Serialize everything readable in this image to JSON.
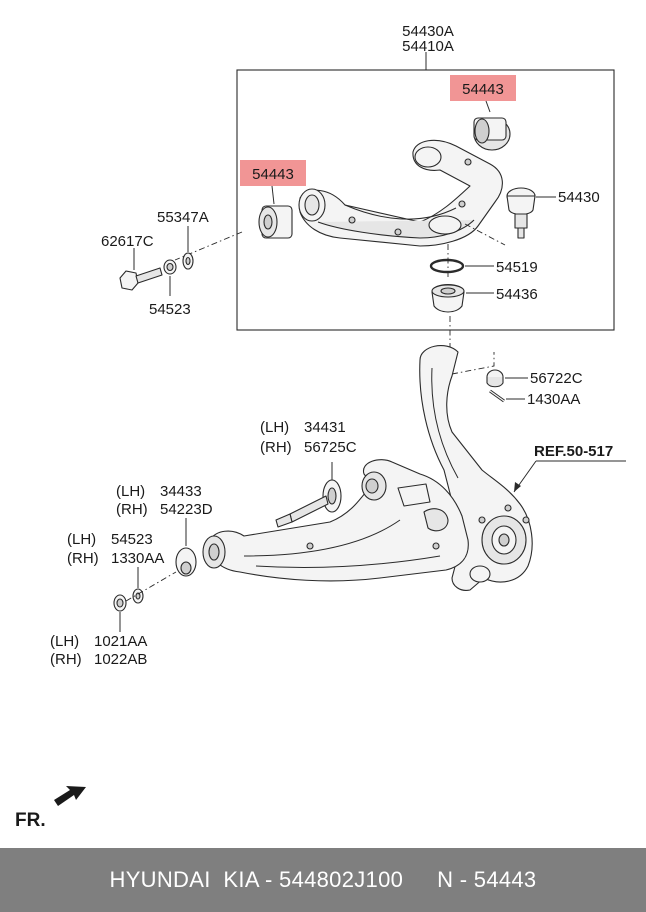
{
  "callouts": {
    "assembly_a": "54430A",
    "assembly_b": "54410A",
    "bushing_top": "54443",
    "bushing_left": "54443",
    "ball_joint": "54430",
    "washer_a": "55347A",
    "bolt": "62617C",
    "nut_upper": "54523",
    "snap_ring": "54519",
    "dust_cover": "54436",
    "castle_nut": "56722C",
    "cotter_pin": "1430AA",
    "ref": "REF.50-517",
    "bolt_lower_lh_tag": "(LH)",
    "bolt_lower_lh": "34431",
    "bolt_lower_rh_tag": "(RH)",
    "bolt_lower_rh": "56725C",
    "cam_lh_tag": "(LH)",
    "cam_lh": "34433",
    "cam_rh_tag": "(RH)",
    "cam_rh": "54223D",
    "nut_lower_lh_tag": "(LH)",
    "nut_lower_lh": "54523",
    "nut_lower_rh_tag": "(RH)",
    "nut_lower_rh": "1330AA",
    "washer_lower_lh_tag": "(LH)",
    "washer_lower_lh": "1021AA",
    "washer_lower_rh_tag": "(RH)",
    "washer_lower_rh": "1022AB",
    "front_label": "FR."
  },
  "colors": {
    "highlight": "#f08a8a",
    "footer_bg": "#7f7f7f",
    "footer_text": "#ffffff"
  },
  "footer": {
    "brand": "HYUNDAI  KIA - 544802J100",
    "part": "N - 54443"
  },
  "icons": {
    "front_arrow": "front-direction-arrow-icon"
  }
}
